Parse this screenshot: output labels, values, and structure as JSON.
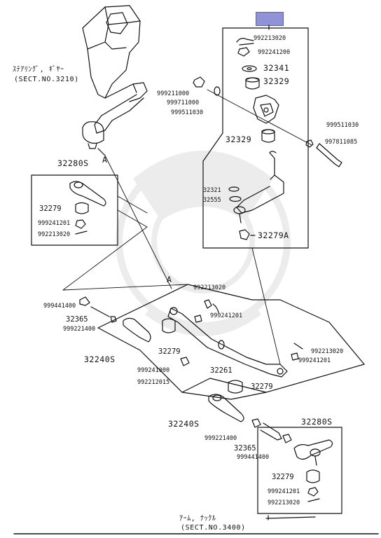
{
  "steering_ref": {
    "line1": "ｽﾃｱﾘﾝｸﾞ, ｷﾞﾔｰ",
    "line2": "(SECT.NO.3210)"
  },
  "arm_ref": {
    "line1": "ｱｰﾑ, ﾅｯｸﾙ",
    "line2": "(SECT.NO.3400)"
  },
  "marker_a": "A",
  "parts": {
    "p992213020_top": "992213020",
    "p992241200": "992241200",
    "p32341": "32341",
    "p32329_top": "32329",
    "p999211000": "999211000",
    "p999711000": "999711000",
    "p999511030_l": "999511030",
    "p999511030_r": "999511030",
    "p997811085": "997811085",
    "p32329_mid": "32329",
    "p32321": "32321",
    "p32555": "32555",
    "p32279A": "32279A",
    "p32280S_l": "32280S",
    "p32279_l": "32279",
    "p999241201_l": "999241201",
    "p992213020_l": "992213020",
    "p992213020_c": "992213020",
    "p999441400_l": "999441400",
    "p32365_l": "32365",
    "p999221400_l": "999221400",
    "p999241201_c": "999241201",
    "p32279_c": "32279",
    "p32240S_l": "32240S",
    "p999241000": "999241000",
    "p992212015": "992212015",
    "p32261": "32261",
    "p992213020_r": "992213020",
    "p999241201_r": "999241201",
    "p32279_r": "32279",
    "p32240S_r": "32240S",
    "p999221400_r": "999221400",
    "p32365_r": "32365",
    "p999441400_r": "999441400",
    "p32280S_r": "32280S",
    "p32279_br": "32279",
    "p999241201_br": "999241201",
    "p992213020_br": "992213020"
  },
  "colors": {
    "ink": "#111111",
    "highlight": "#8f93d6"
  }
}
